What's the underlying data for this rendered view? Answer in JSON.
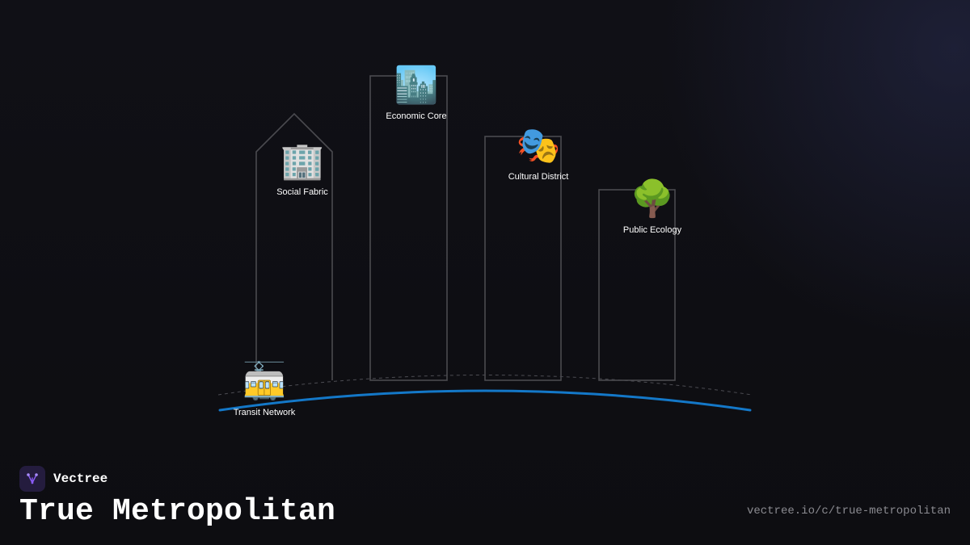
{
  "brand": {
    "name": "Vectree",
    "logo_icon": "vectree-tree-logo-icon",
    "logo_color": "#8b5cf6"
  },
  "page": {
    "title": "True Metropolitan",
    "url": "vectree.io/c/true-metropolitan"
  },
  "diagram": {
    "nodes": [
      {
        "id": "economic-core",
        "label": "Economic Core",
        "icon": "cityscape-icon",
        "emoji": "🏙️"
      },
      {
        "id": "social-fabric",
        "label": "Social Fabric",
        "icon": "office-building-icon",
        "emoji": "🏢"
      },
      {
        "id": "cultural-district",
        "label": "Cultural District",
        "icon": "theater-masks-icon",
        "emoji": "🎭"
      },
      {
        "id": "public-ecology",
        "label": "Public Ecology",
        "icon": "tree-icon",
        "emoji": "🌳"
      },
      {
        "id": "transit-network",
        "label": "Transit Network",
        "icon": "tram-icon",
        "emoji": "🚋"
      }
    ],
    "colors": {
      "transit_line": "#1478c8",
      "building_outline": "#4a4a4f"
    }
  }
}
